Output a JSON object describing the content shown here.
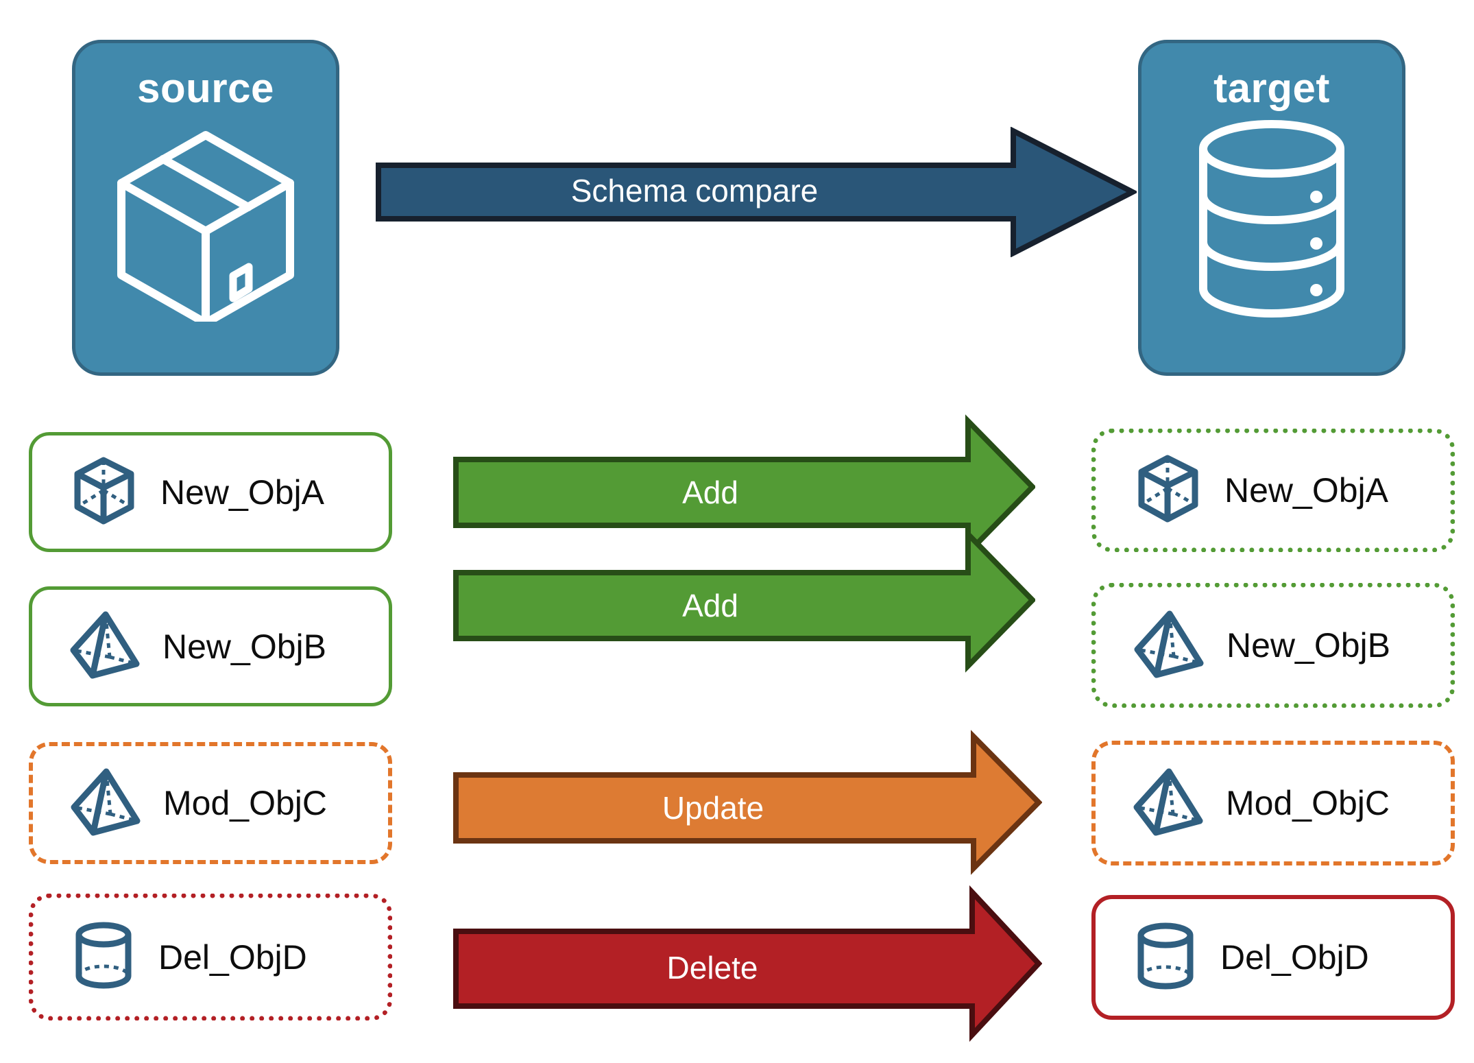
{
  "diagram": {
    "title_hidden": "",
    "endpoints": [
      {
        "id": "source",
        "label": "source",
        "icon": "package-box-icon"
      },
      {
        "id": "target",
        "label": "target",
        "icon": "database-cylinder-icon"
      }
    ],
    "main_arrow": {
      "label": "Schema compare",
      "fill": "#2A5678",
      "stroke": "#1B2A3A"
    },
    "rows": [
      {
        "source": {
          "label": "New_ObjA",
          "icon": "wireframe-cube-icon",
          "border_style": "solid",
          "border_color": "#539B35"
        },
        "action": {
          "label": "Add",
          "fill": "#539B35",
          "stroke": "#274D17"
        },
        "target": {
          "label": "New_ObjA",
          "icon": "wireframe-cube-icon",
          "border_style": "dotted",
          "border_color": "#539B35"
        }
      },
      {
        "source": {
          "label": "New_ObjB",
          "icon": "wireframe-pyramid-icon",
          "border_style": "solid",
          "border_color": "#539B35"
        },
        "action": {
          "label": "Add",
          "fill": "#539B35",
          "stroke": "#274D17"
        },
        "target": {
          "label": "New_ObjB",
          "icon": "wireframe-pyramid-icon",
          "border_style": "dotted",
          "border_color": "#539B35"
        }
      },
      {
        "source": {
          "label": "Mod_ObjC",
          "icon": "wireframe-pyramid-icon",
          "border_style": "dashed",
          "border_color": "#E2762B"
        },
        "action": {
          "label": "Update",
          "fill": "#DD7B33",
          "stroke": "#6B3412"
        },
        "target": {
          "label": "Mod_ObjC",
          "icon": "wireframe-pyramid-icon",
          "border_style": "dashed",
          "border_color": "#E2762B"
        }
      },
      {
        "source": {
          "label": "Del_ObjD",
          "icon": "wireframe-cylinder-icon",
          "border_style": "dotted",
          "border_color": "#B32025"
        },
        "action": {
          "label": "Delete",
          "fill": "#B32025",
          "stroke": "#4A0E10"
        },
        "target": {
          "label": "Del_ObjD",
          "icon": "wireframe-cylinder-icon",
          "border_style": "solid",
          "border_color": "#B32025"
        }
      }
    ],
    "colors": {
      "endpoint_fill": "#4189AC",
      "endpoint_stroke": "#336682",
      "shape_icon": "#305F80",
      "green": "#539B35",
      "orange": "#DD7B33",
      "red": "#B32025",
      "navy": "#2A5678",
      "background": "#FFFFFF"
    }
  }
}
